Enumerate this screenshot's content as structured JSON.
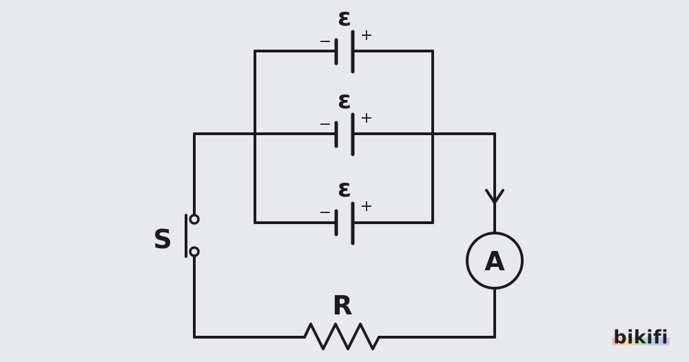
{
  "diagram": {
    "batteries": [
      {
        "label": "ε",
        "minus": "−",
        "plus": "+"
      },
      {
        "label": "ε",
        "minus": "−",
        "plus": "+"
      },
      {
        "label": "ε",
        "minus": "−",
        "plus": "+"
      }
    ],
    "switch_label": "S",
    "resistor_label": "R",
    "ammeter_label": "A"
  },
  "watermark": {
    "text": "bikifi"
  },
  "colors": {
    "background": "#e8e9ed",
    "ink": "#1b1b1b"
  }
}
